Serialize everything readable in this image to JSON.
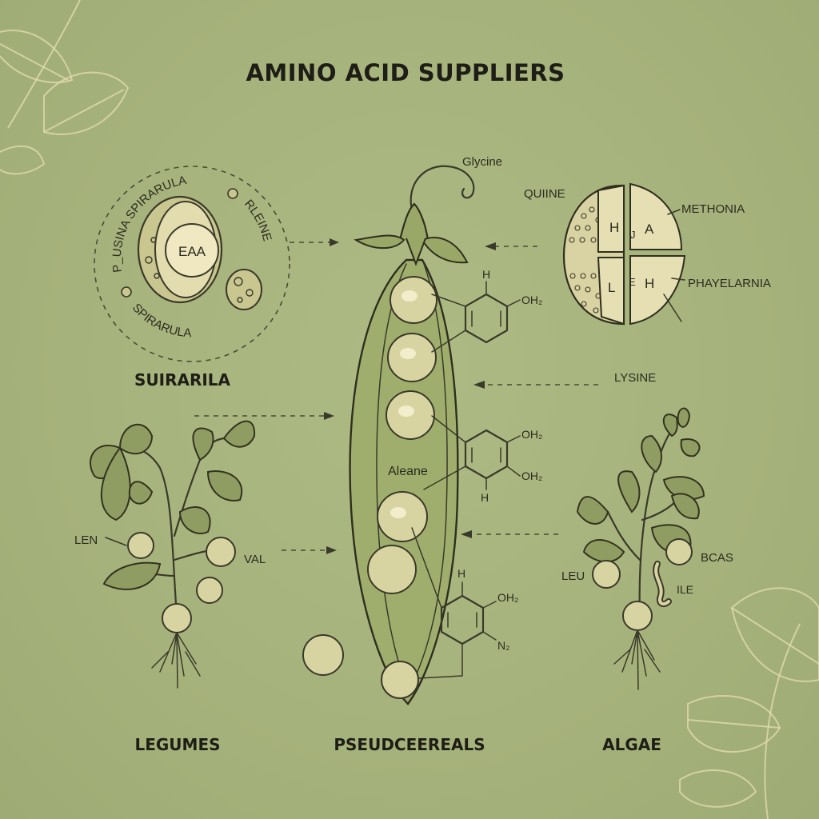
{
  "title": "AMINO ACID SUPPLIERS",
  "spirulina": {
    "arc_top": "P_USINA SPIRARULA",
    "arc_right": "RLEINE",
    "arc_bottom": "SPIRARULA",
    "core": "EAA",
    "caption": "SUIRARILA"
  },
  "pod": {
    "top_label": "Glycine",
    "caption": "PSEUDCEEREALS",
    "inner_label": "Aleane"
  },
  "chem": {
    "h": "H",
    "oh": "OH₂",
    "n": "N₂"
  },
  "quinoa": {
    "left_label": "QUIINE",
    "right_top": "METHONIA",
    "right_bottom": "PHAYELARNIA",
    "seg1": "H",
    "seg2": "A",
    "seg3": "L",
    "seg4": "H",
    "seg_mid1": "J",
    "seg_mid2": "E"
  },
  "lysine": "LYSINE",
  "legumes": {
    "caption": "LEGUMES",
    "label_left": "LEN",
    "label_right": "VAL"
  },
  "algae": {
    "caption": "ALGAE",
    "label_left": "LEU",
    "label_right": "BCAS",
    "label_small": "ILE"
  }
}
